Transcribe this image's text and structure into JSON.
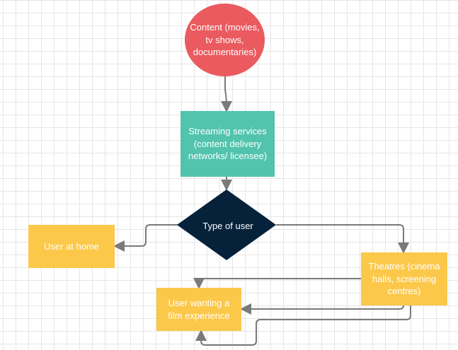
{
  "diagram": {
    "nodes": {
      "content": "Content (movies, tv shows, documentaries)",
      "streaming": "Streaming services (content delivery networks/ licensee)",
      "user_type": "Type of user",
      "at_home": "User at home",
      "theatres": "Theatres (cinema halls, screening centres)",
      "film_experience": "User wanting a film experience"
    },
    "colors": {
      "content": "#ea5a5e",
      "streaming": "#52c3ad",
      "decision": "#06223a",
      "user_boxes": "#fcc84a",
      "connectors": "#7a7a7a"
    },
    "edges": [
      {
        "from": "content",
        "to": "streaming"
      },
      {
        "from": "streaming",
        "to": "user_type"
      },
      {
        "from": "user_type",
        "to": "at_home"
      },
      {
        "from": "user_type",
        "to": "theatres"
      },
      {
        "from": "theatres",
        "to": "film_experience"
      },
      {
        "from": "theatres",
        "to": "film_experience"
      },
      {
        "from": "theatres",
        "to": "film_experience"
      }
    ]
  }
}
